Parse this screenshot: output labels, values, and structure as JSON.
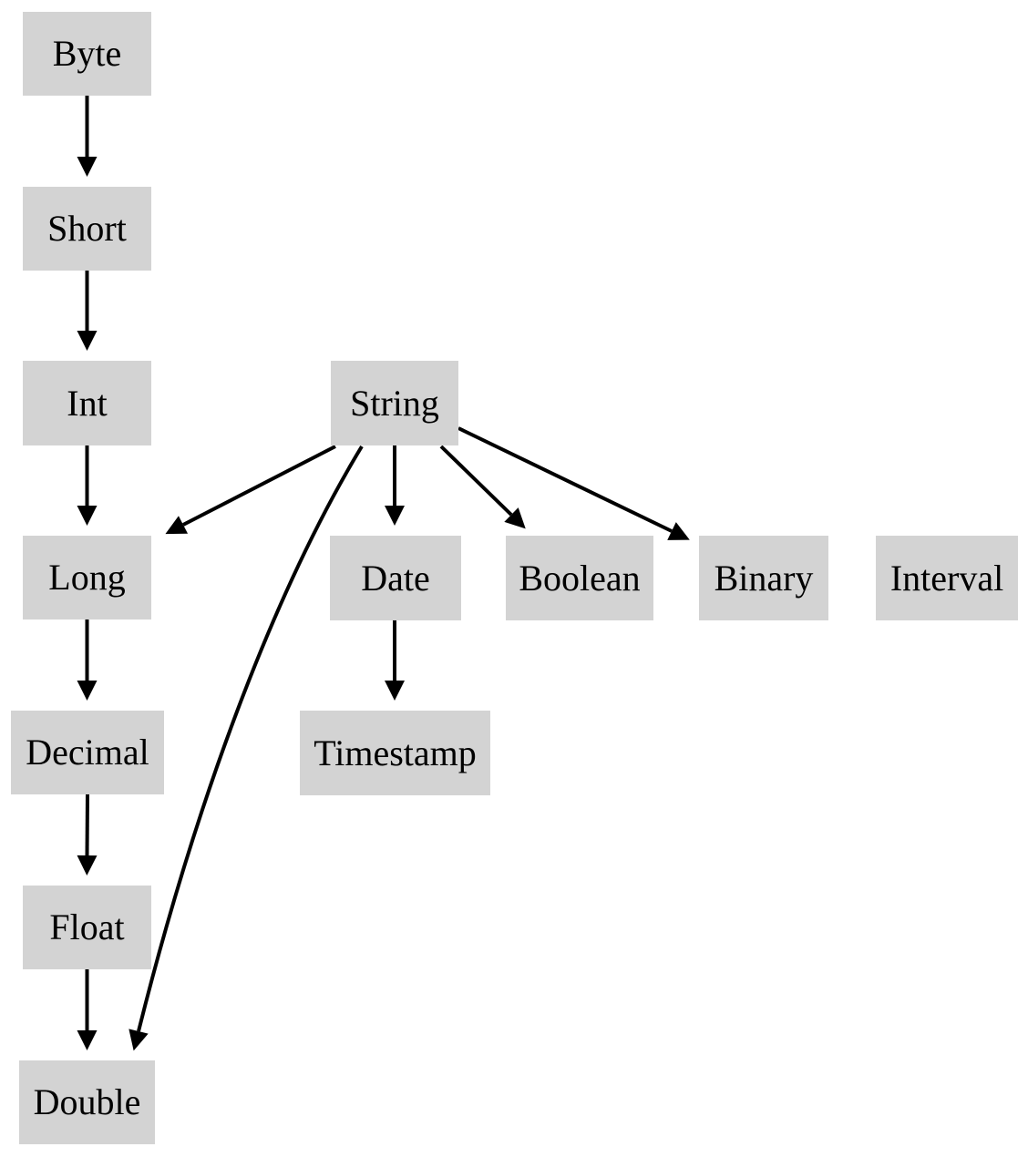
{
  "diagram": {
    "background_color": "#ffffff",
    "node_fill_color": "#d3d3d3",
    "text_color": "#000000",
    "edge_color": "#000000",
    "nodes": [
      {
        "id": "byte",
        "label": "Byte"
      },
      {
        "id": "short",
        "label": "Short"
      },
      {
        "id": "int",
        "label": "Int"
      },
      {
        "id": "long",
        "label": "Long"
      },
      {
        "id": "decimal",
        "label": "Decimal"
      },
      {
        "id": "float",
        "label": "Float"
      },
      {
        "id": "double",
        "label": "Double"
      },
      {
        "id": "string",
        "label": "String"
      },
      {
        "id": "date",
        "label": "Date"
      },
      {
        "id": "timestamp",
        "label": "Timestamp"
      },
      {
        "id": "boolean",
        "label": "Boolean"
      },
      {
        "id": "binary",
        "label": "Binary"
      },
      {
        "id": "interval",
        "label": "Interval"
      }
    ],
    "edges": [
      {
        "from": "Byte",
        "to": "Short"
      },
      {
        "from": "Short",
        "to": "Int"
      },
      {
        "from": "Int",
        "to": "Long"
      },
      {
        "from": "Long",
        "to": "Decimal"
      },
      {
        "from": "Decimal",
        "to": "Float"
      },
      {
        "from": "Float",
        "to": "Double"
      },
      {
        "from": "String",
        "to": "Long"
      },
      {
        "from": "String",
        "to": "Date"
      },
      {
        "from": "String",
        "to": "Boolean"
      },
      {
        "from": "String",
        "to": "Binary"
      },
      {
        "from": "String",
        "to": "Double"
      },
      {
        "from": "Date",
        "to": "Timestamp"
      }
    ]
  }
}
